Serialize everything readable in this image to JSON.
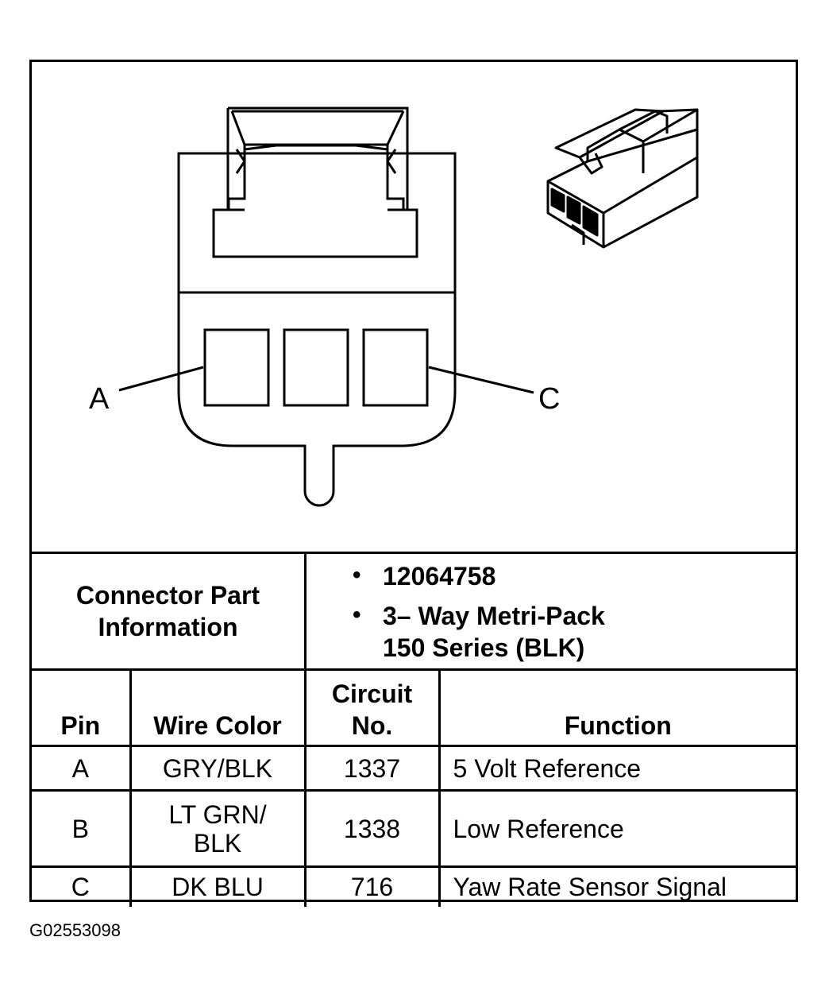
{
  "diagram": {
    "pin_labels": {
      "left": "A",
      "right": "C"
    }
  },
  "connector_info": {
    "label": "Connector Part Information",
    "part_number": "12064758",
    "description_line1": "3– Way Metri-Pack",
    "description_line2": "150 Series (BLK)"
  },
  "table": {
    "headers": {
      "pin": "Pin",
      "wire_color": "Wire Color",
      "circuit_no": "Circuit No.",
      "function": "Function"
    },
    "rows": [
      {
        "pin": "A",
        "wire_color": "GRY/BLK",
        "circuit": "1337",
        "function": "5 Volt Reference"
      },
      {
        "pin": "B",
        "wire_color": "LT GRN/ BLK",
        "circuit": "1338",
        "function": "Low Reference"
      },
      {
        "pin": "C",
        "wire_color": "DK BLU",
        "circuit": "716",
        "function": "Yaw Rate Sensor Signal"
      }
    ]
  },
  "figure_id": "G02553098"
}
